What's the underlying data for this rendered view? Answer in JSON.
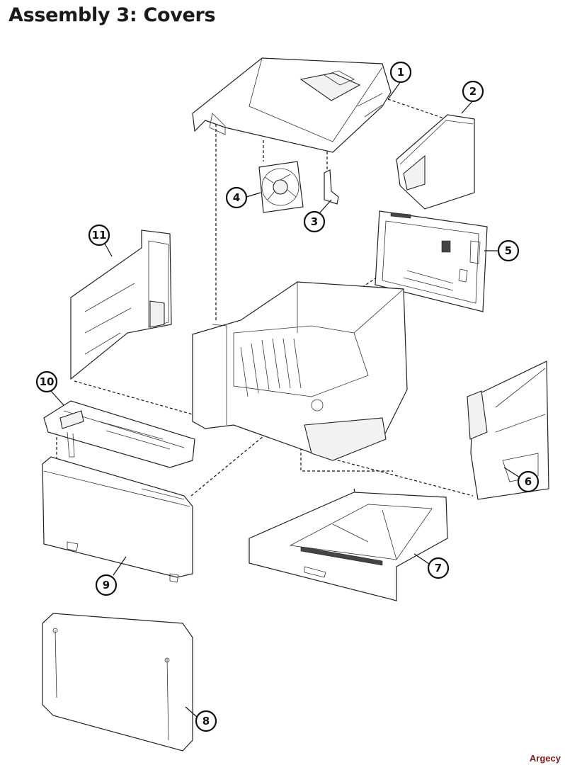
{
  "title": "Assembly 3: Covers",
  "brand": "Argecy",
  "callouts": [
    "1",
    "2",
    "3",
    "4",
    "5",
    "6",
    "7",
    "8",
    "9",
    "10",
    "11"
  ]
}
